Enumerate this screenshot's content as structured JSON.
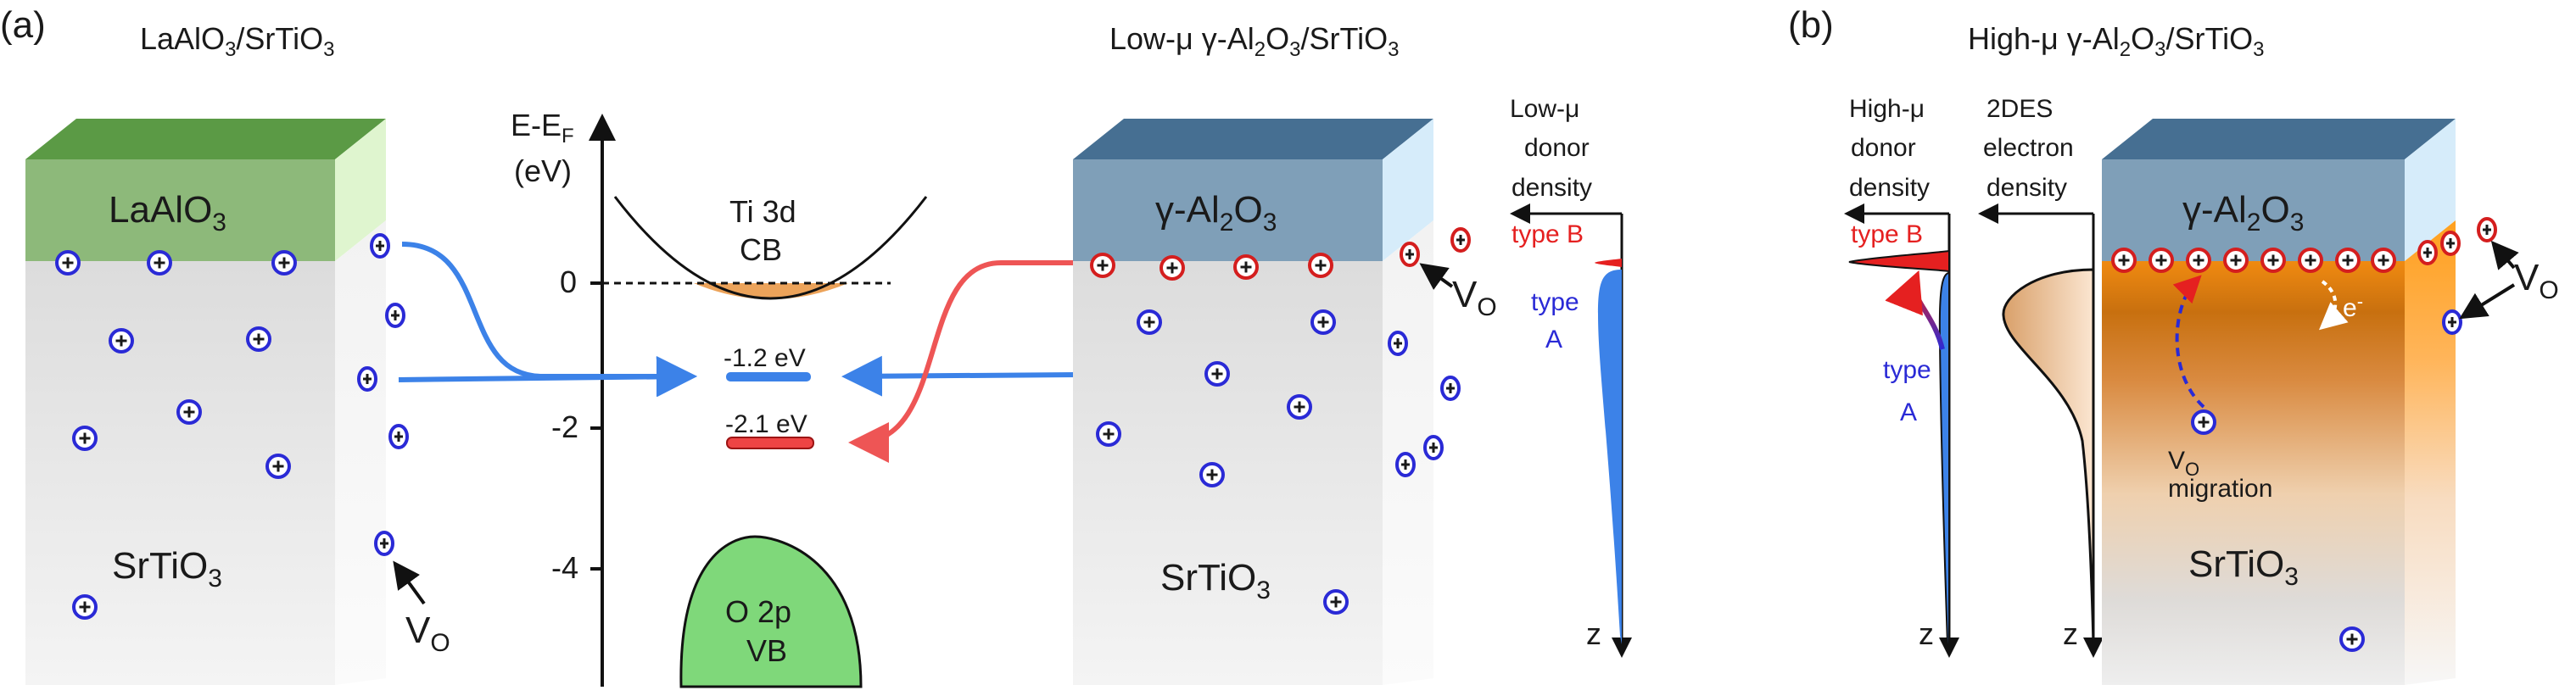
{
  "panel_a": {
    "letter": "(a)",
    "title_left": "LaAlO3/SrTiO3",
    "title_right": "Low-μ γ-Al2O3/SrTiO3",
    "laalo3_label": "LaAlO3",
    "sto_label_left": "SrTiO3",
    "sto_label_right": "SrTiO3",
    "gamma_label": "γ-Al2O3",
    "vo_label": "VO",
    "energy_axis": {
      "label_line1": "E-EF",
      "label_line2": "(eV)",
      "ticks": [
        "0",
        "-2",
        "-4"
      ]
    },
    "conduction_band": [
      "Ti 3d",
      "CB"
    ],
    "valence_band": [
      "O 2p",
      "VB"
    ],
    "levels": [
      "-1.2 eV",
      "-2.1 eV"
    ],
    "density_plot": {
      "title": [
        "Low-μ",
        "donor",
        "density"
      ],
      "type_b": "type B",
      "type_a": [
        "type",
        "A"
      ],
      "z_label": "z"
    }
  },
  "panel_b": {
    "letter": "(b)",
    "title": "High-μ γ-Al2O3/SrTiO3",
    "donor_title": [
      "High-μ",
      "donor",
      "density"
    ],
    "electron_title": [
      "2DES",
      "electron",
      "density"
    ],
    "type_b": "type B",
    "type_a": [
      "type",
      "A"
    ],
    "z_label": "z",
    "gamma_label": "γ-Al2O3",
    "sto_label": "SrTiO3",
    "vo_label": "VO",
    "electron_label": "e-",
    "migration_label": [
      "VO",
      "migration"
    ]
  },
  "colors": {
    "laalo3_top": "#5b9a45",
    "laalo3_front": "#8db97a",
    "laalo3_side": "#dff5cf",
    "gamma_top": "#466f92",
    "gamma_front": "#7f9fb8",
    "gamma_side": "#d6ecfa",
    "sto_front": "#dedede",
    "sto_side": "#f5f5f5",
    "blue_arrow": "#3c82e8",
    "red_arrow": "#ee5555",
    "vo_blue": "#2a2ad6",
    "vo_red": "#d41e1e",
    "cb_fill": "#eca35a",
    "vb_fill": "#7fd87a",
    "electron_orange": "#e58a1e"
  }
}
